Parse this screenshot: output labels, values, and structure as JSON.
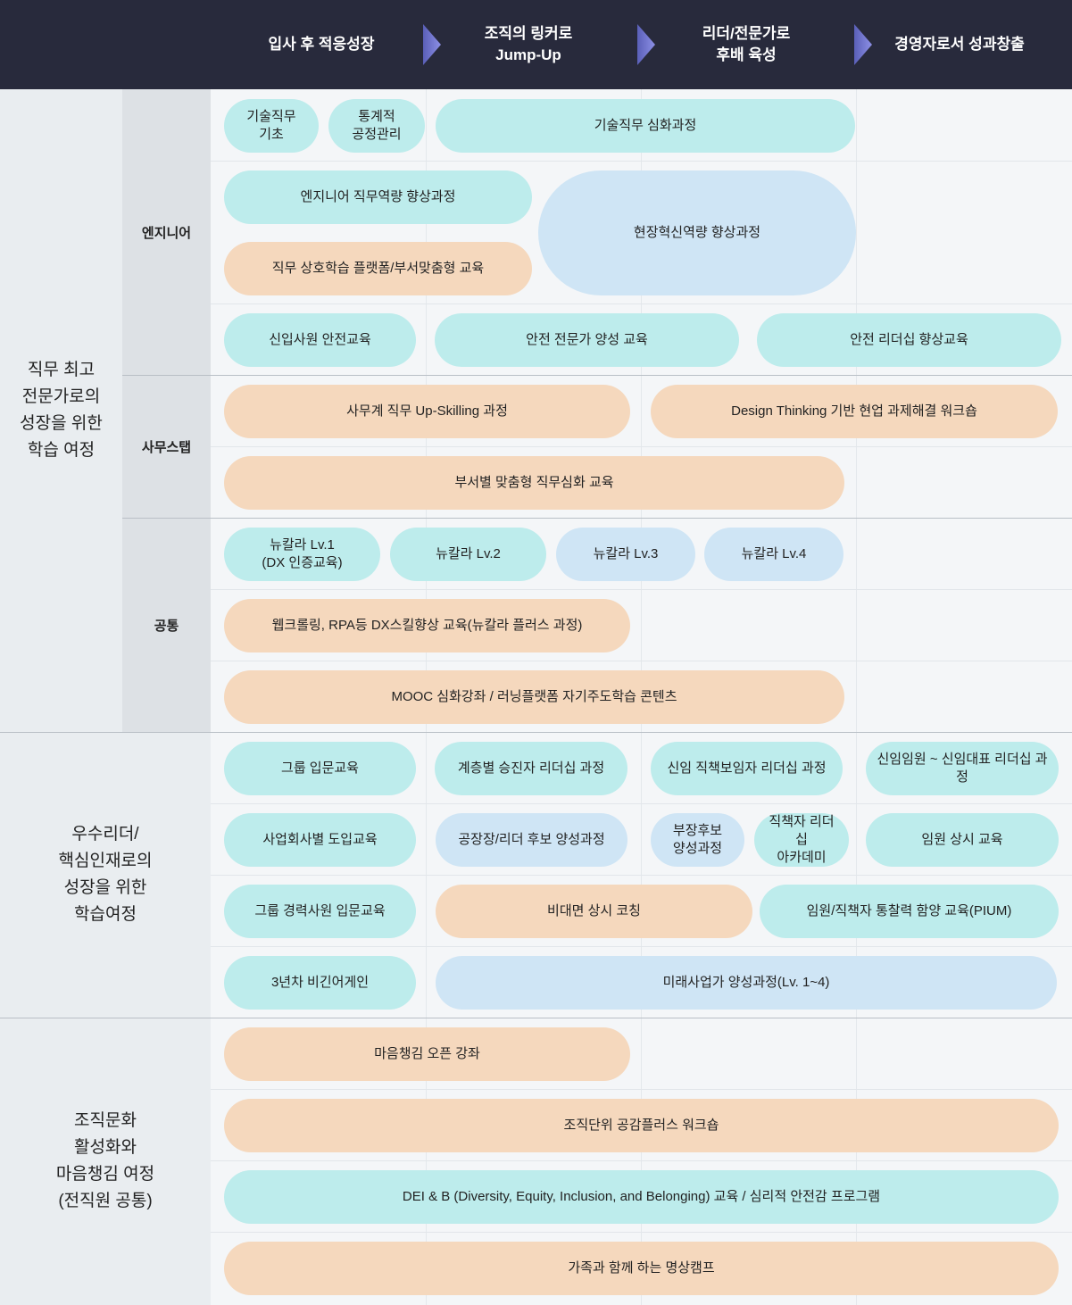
{
  "stages": [
    "입사 후 적응성장",
    "조직의 링커로\nJump-Up",
    "리더/전문가로\n후배 육성",
    "경영자로서 성과창출"
  ],
  "groups": {
    "expert": "직무 최고\n전문가로의\n성장을 위한\n학습 여정",
    "leader": "우수리더/\n핵심인재로의\n성장을 위한\n학습여정",
    "culture": "조직문화\n활성화와\n마음챙김 여정\n(전직원 공통)"
  },
  "subgroups": {
    "engineer": "엔지니어",
    "office": "사무스탭",
    "common": "공통"
  },
  "programs": {
    "p1": "기술직무\n기초",
    "p2": "통계적\n공정관리",
    "p3": "기술직무 심화과정",
    "p4": "엔지니어 직무역량 향상과정",
    "p5": "현장혁신역량 향상과정",
    "p6": "직무 상호학습 플랫폼/부서맞춤형 교육",
    "p7": "신입사원 안전교육",
    "p8": "안전 전문가 양성 교육",
    "p9": "안전 리더십 향상교육",
    "p10": "사무계 직무 Up-Skilling 과정",
    "p11": "Design Thinking 기반 현업 과제해결 워크숍",
    "p12": "부서별 맞춤형 직무심화 교육",
    "p13": "뉴칼라 Lv.1\n(DX 인증교육)",
    "p14": "뉴칼라 Lv.2",
    "p15": "뉴칼라 Lv.3",
    "p16": "뉴칼라 Lv.4",
    "p17": "웹크롤링, RPA등 DX스킬향상 교육(뉴칼라 플러스 과정)",
    "p18": "MOOC 심화강좌 / 러닝플랫폼 자기주도학습 콘텐츠",
    "p19": "그룹 입문교육",
    "p20": "계층별 승진자 리더십 과정",
    "p21": "신임 직책보임자 리더십 과정",
    "p22": "신임임원 ~ 신임대표 리더십 과정",
    "p23": "사업회사별 도입교육",
    "p24": "공장장/리더 후보 양성과정",
    "p25": "부장후보\n양성과정",
    "p26": "직책자 리더십\n아카데미",
    "p27": "임원 상시 교육",
    "p28": "그룹 경력사원 입문교육",
    "p29": "비대면 상시 코칭",
    "p30": "임원/직책자 통찰력 함양 교육(PIUM)",
    "p31": "3년차 비긴어게인",
    "p32": "미래사업가 양성과정(Lv. 1~4)",
    "p33": "마음챙김 오픈 강좌",
    "p34": "조직단위 공감플러스 워크숍",
    "p35": "DEI & B (Diversity, Equity, Inclusion, and Belonging) 교육 / 심리적 안전감 프로그램",
    "p36": "가족과 함께 하는 명상캠프"
  },
  "colors": {
    "header": "#282a3c",
    "teal": "#bdecec",
    "peach": "#f5d8bd",
    "blue": "#cfe5f5",
    "arrow": "#7b7fd6"
  }
}
